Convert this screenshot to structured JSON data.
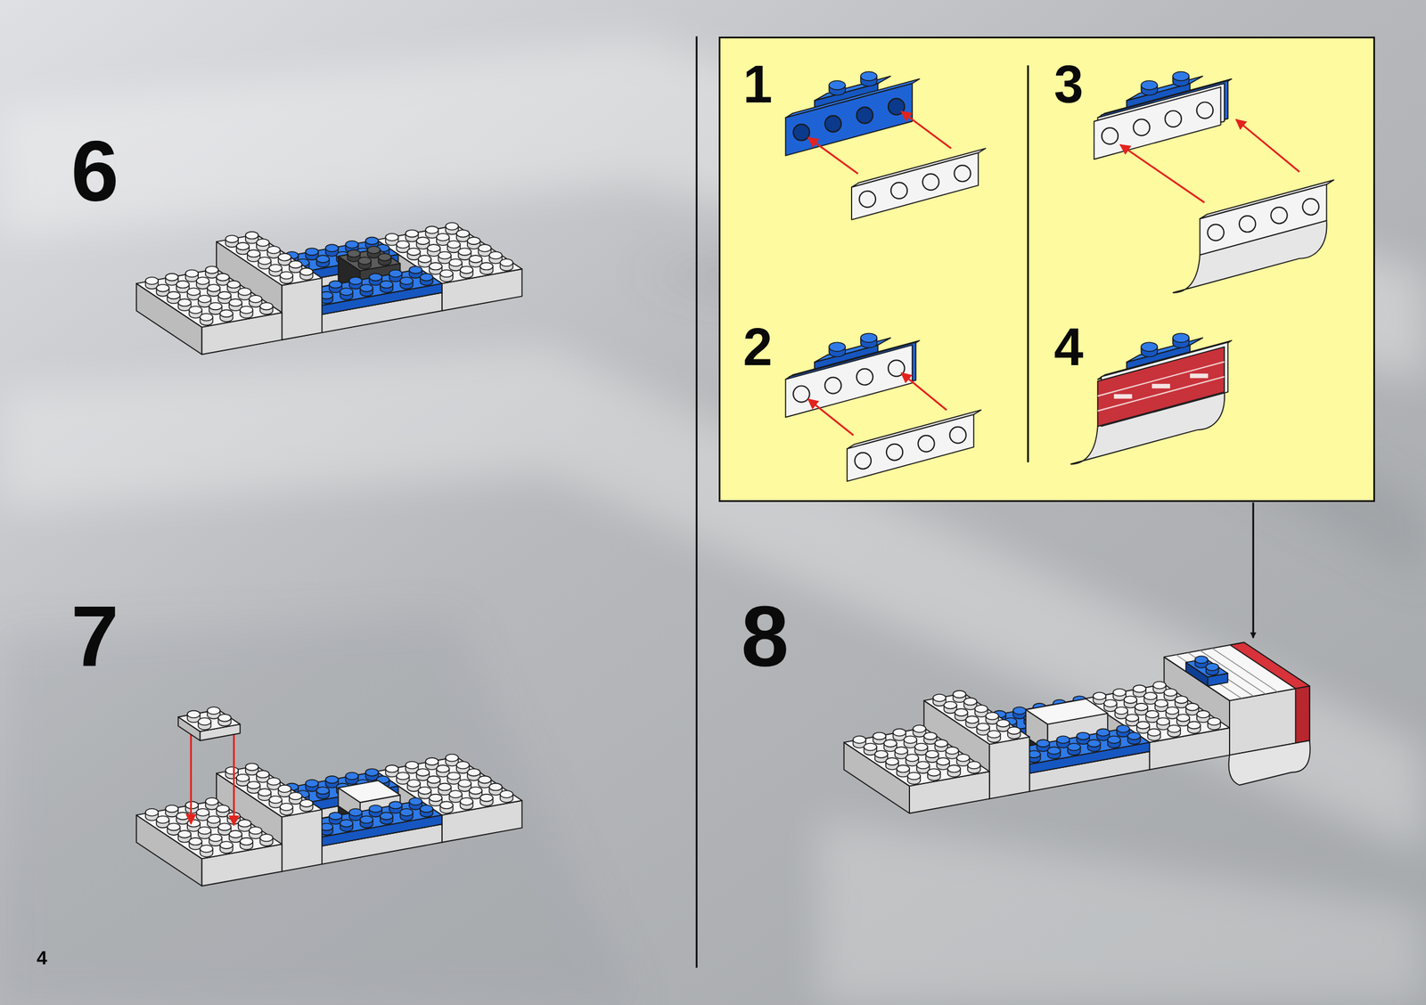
{
  "diagram": {
    "nodes": [
      {
        "text": [
          "1",
          "2",
          "3",
          "4"
        ]
      }
    ],
    "labels": [
      "6",
      "7",
      "8",
      "4"
    ]
  }
}
